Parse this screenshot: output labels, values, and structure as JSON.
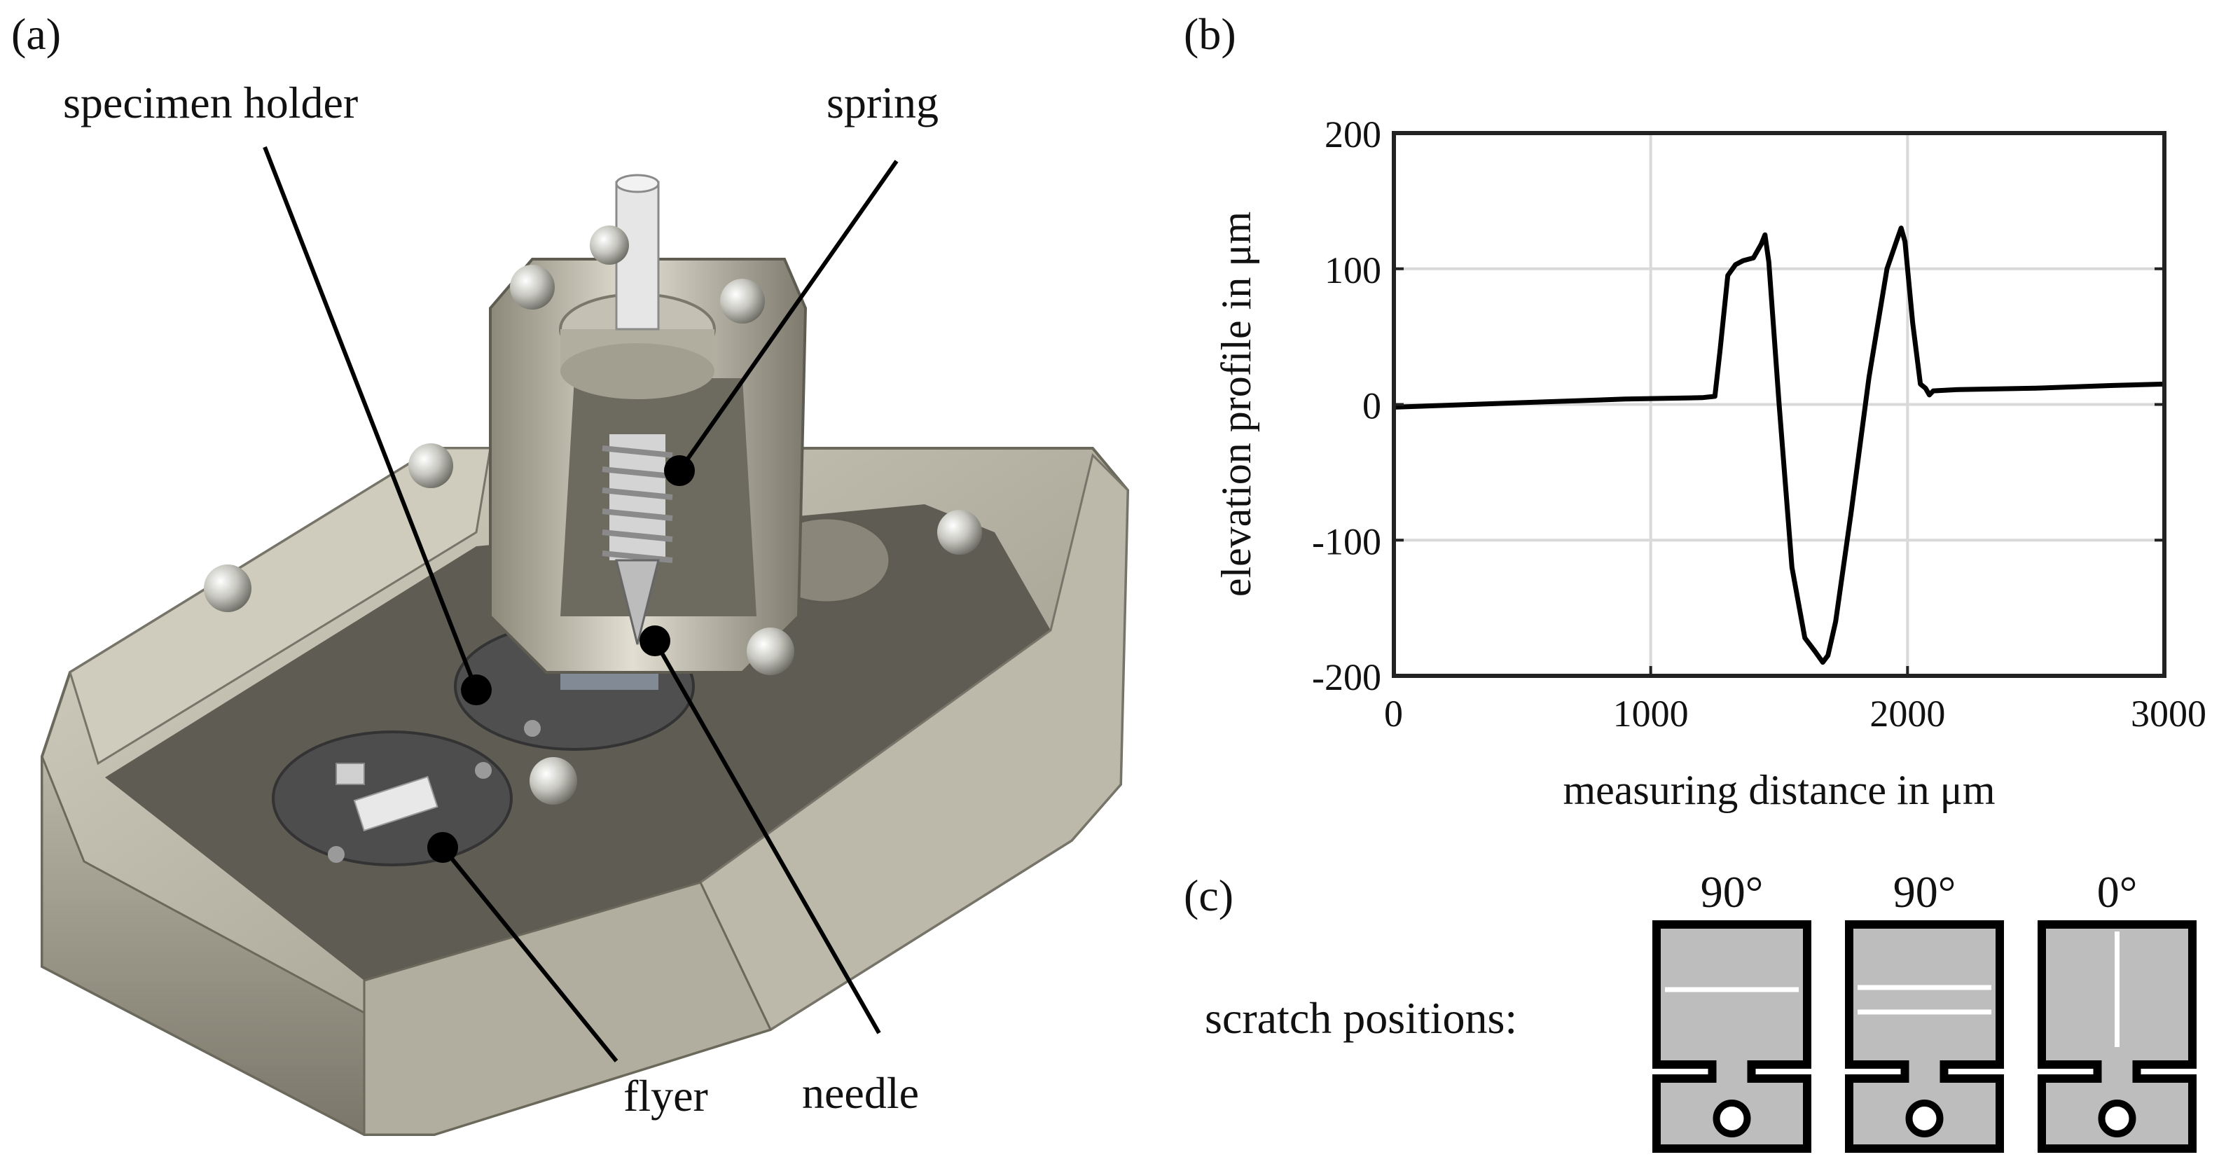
{
  "panels": {
    "a": {
      "label": "(a)"
    },
    "b": {
      "label": "(b)"
    },
    "c": {
      "label": "(c)"
    }
  },
  "device": {
    "labels": {
      "specimen_holder": "specimen holder",
      "spring": "spring",
      "flyer": "flyer",
      "needle": "needle"
    },
    "colors": {
      "metal_light": "#c9c6b6",
      "metal_mid": "#9e9b8c",
      "metal_dark": "#5e5c52",
      "anvil": "#4a4a4a"
    }
  },
  "chart_data": {
    "type": "line",
    "xlabel": "measuring distance in μm",
    "ylabel": "elevation profile in μm",
    "xlim": [
      0,
      3000
    ],
    "ylim": [
      -200,
      200
    ],
    "xticks": [
      0,
      1000,
      2000,
      3000
    ],
    "yticks": [
      200,
      100,
      0,
      -100,
      -200
    ],
    "grid": true,
    "series": [
      {
        "x": [
          0,
          300,
          600,
          900,
          1200,
          1250,
          1270,
          1300,
          1330,
          1360,
          1400,
          1430,
          1445,
          1460,
          1500,
          1550,
          1600,
          1640,
          1670,
          1690,
          1720,
          1780,
          1850,
          1920,
          1960,
          1975,
          1990,
          2020,
          2050,
          2070,
          2085,
          2100,
          2200,
          2500,
          2800,
          3000
        ],
        "y": [
          -2,
          0,
          2,
          4,
          5,
          6,
          40,
          95,
          103,
          106,
          108,
          118,
          125,
          105,
          0,
          -120,
          -172,
          -182,
          -190,
          -185,
          -160,
          -80,
          20,
          100,
          122,
          130,
          120,
          60,
          15,
          12,
          7,
          10,
          11,
          12,
          14,
          15
        ]
      }
    ]
  },
  "scratch": {
    "label": "scratch positions:",
    "angles": [
      "90°",
      "90°",
      "0°"
    ]
  }
}
